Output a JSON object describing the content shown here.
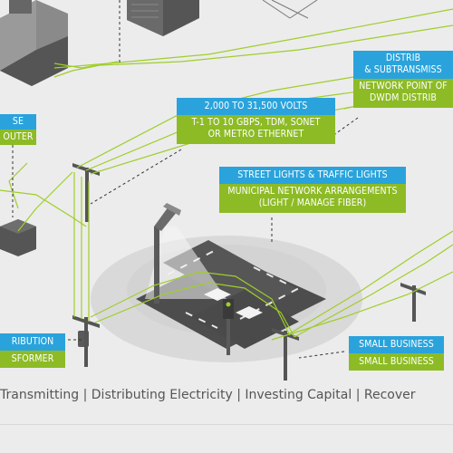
{
  "callouts": {
    "left_top": {
      "line1": "SE",
      "line2": "OUTER"
    },
    "top_right": {
      "line1": "DISTRIB",
      "line2": "& SUBTRANSMISS",
      "line3": "NETWORK POINT OF",
      "line4": "DWDM DISTRIB"
    },
    "voltage": {
      "header": "2,000 TO 31,500 VOLTS",
      "line1": "T-1 TO 10 GBPS, TDM, SONET",
      "line2": "OR METRO ETHERNET"
    },
    "street": {
      "header": "STREET LIGHTS & TRAFFIC LIGHTS",
      "line1": "MUNICIPAL NETWORK ARRANGEMENTS",
      "line2": "(LIGHT / MANAGE FIBER)"
    },
    "distribution": {
      "line1": "RIBUTION",
      "line2": "SFORMER"
    },
    "small_business": {
      "line1": "SMALL BUSINESS",
      "line2": "SMALL BUSINESS"
    }
  },
  "footer": {
    "text": "Transmitting | Distributing Electricity | Investing Capital | Recover"
  },
  "colors": {
    "blue": "#2aa3dc",
    "green": "#8dbb25",
    "line_green": "#9fce2a",
    "background": "#ececec"
  }
}
